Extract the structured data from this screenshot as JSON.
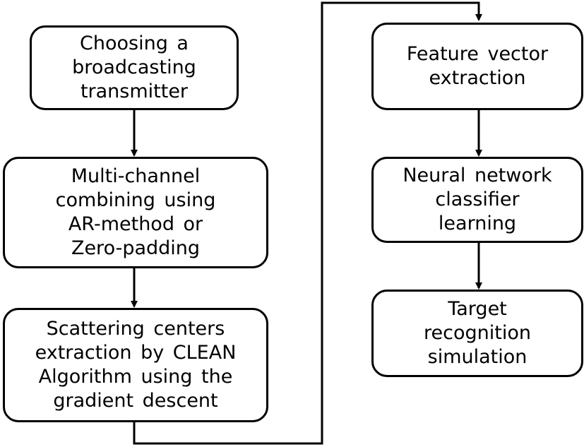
{
  "flowchart": {
    "steps": [
      {
        "id": "choose-transmitter",
        "label": "Choosing a\nbroadcasting\ntransmitter"
      },
      {
        "id": "multi-channel-combining",
        "label": "Multi-channel\ncombining using\nAR-method or\nZero-padding"
      },
      {
        "id": "scattering-extraction",
        "label": "Scattering centers\nextraction by CLEAN\nAlgorithm using the\ngradient descent"
      },
      {
        "id": "feature-extraction",
        "label": "Feature vector\nextraction"
      },
      {
        "id": "nn-learning",
        "label": "Neural network\nclassifier\nlearning"
      },
      {
        "id": "target-recognition",
        "label": "Target\nrecognition\nsimulation"
      }
    ],
    "line_color": "#000000",
    "box_border_color": "#000000"
  }
}
